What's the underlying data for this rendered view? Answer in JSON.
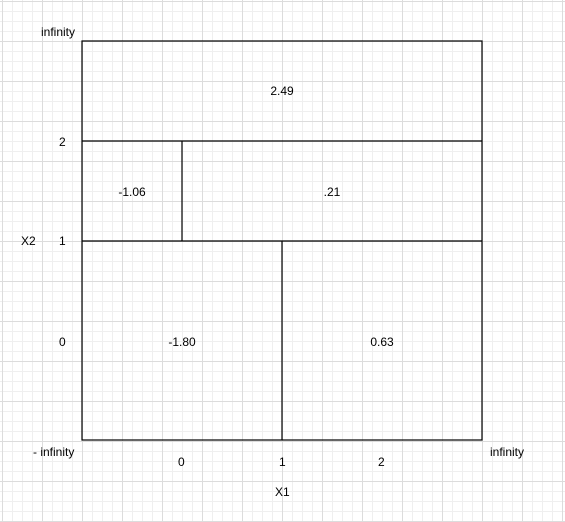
{
  "diagram": {
    "y_axis": {
      "title": "X2",
      "ticks": [
        "infinity",
        "2",
        "1",
        "0",
        "- infinity"
      ]
    },
    "x_axis": {
      "title": "X1",
      "ticks": [
        "- infinity",
        "0",
        "1",
        "2",
        "infinity"
      ]
    },
    "regions": [
      {
        "id": "top",
        "x1_range": [
          "- infinity",
          "infinity"
        ],
        "x2_range": [
          "2",
          "infinity"
        ],
        "value": "2.49"
      },
      {
        "id": "middle-left",
        "x1_range": [
          "- infinity",
          "0"
        ],
        "x2_range": [
          "1",
          "2"
        ],
        "value": "-1.06"
      },
      {
        "id": "middle-right",
        "x1_range": [
          "0",
          "infinity"
        ],
        "x2_range": [
          "1",
          "2"
        ],
        "value": ".21"
      },
      {
        "id": "bottom-left",
        "x1_range": [
          "- infinity",
          "1"
        ],
        "x2_range": [
          "- infinity",
          "1"
        ],
        "value": "-1.80"
      },
      {
        "id": "bottom-right",
        "x1_range": [
          "1",
          "infinity"
        ],
        "x2_range": [
          "- infinity",
          "1"
        ],
        "value": "0.63"
      }
    ]
  }
}
